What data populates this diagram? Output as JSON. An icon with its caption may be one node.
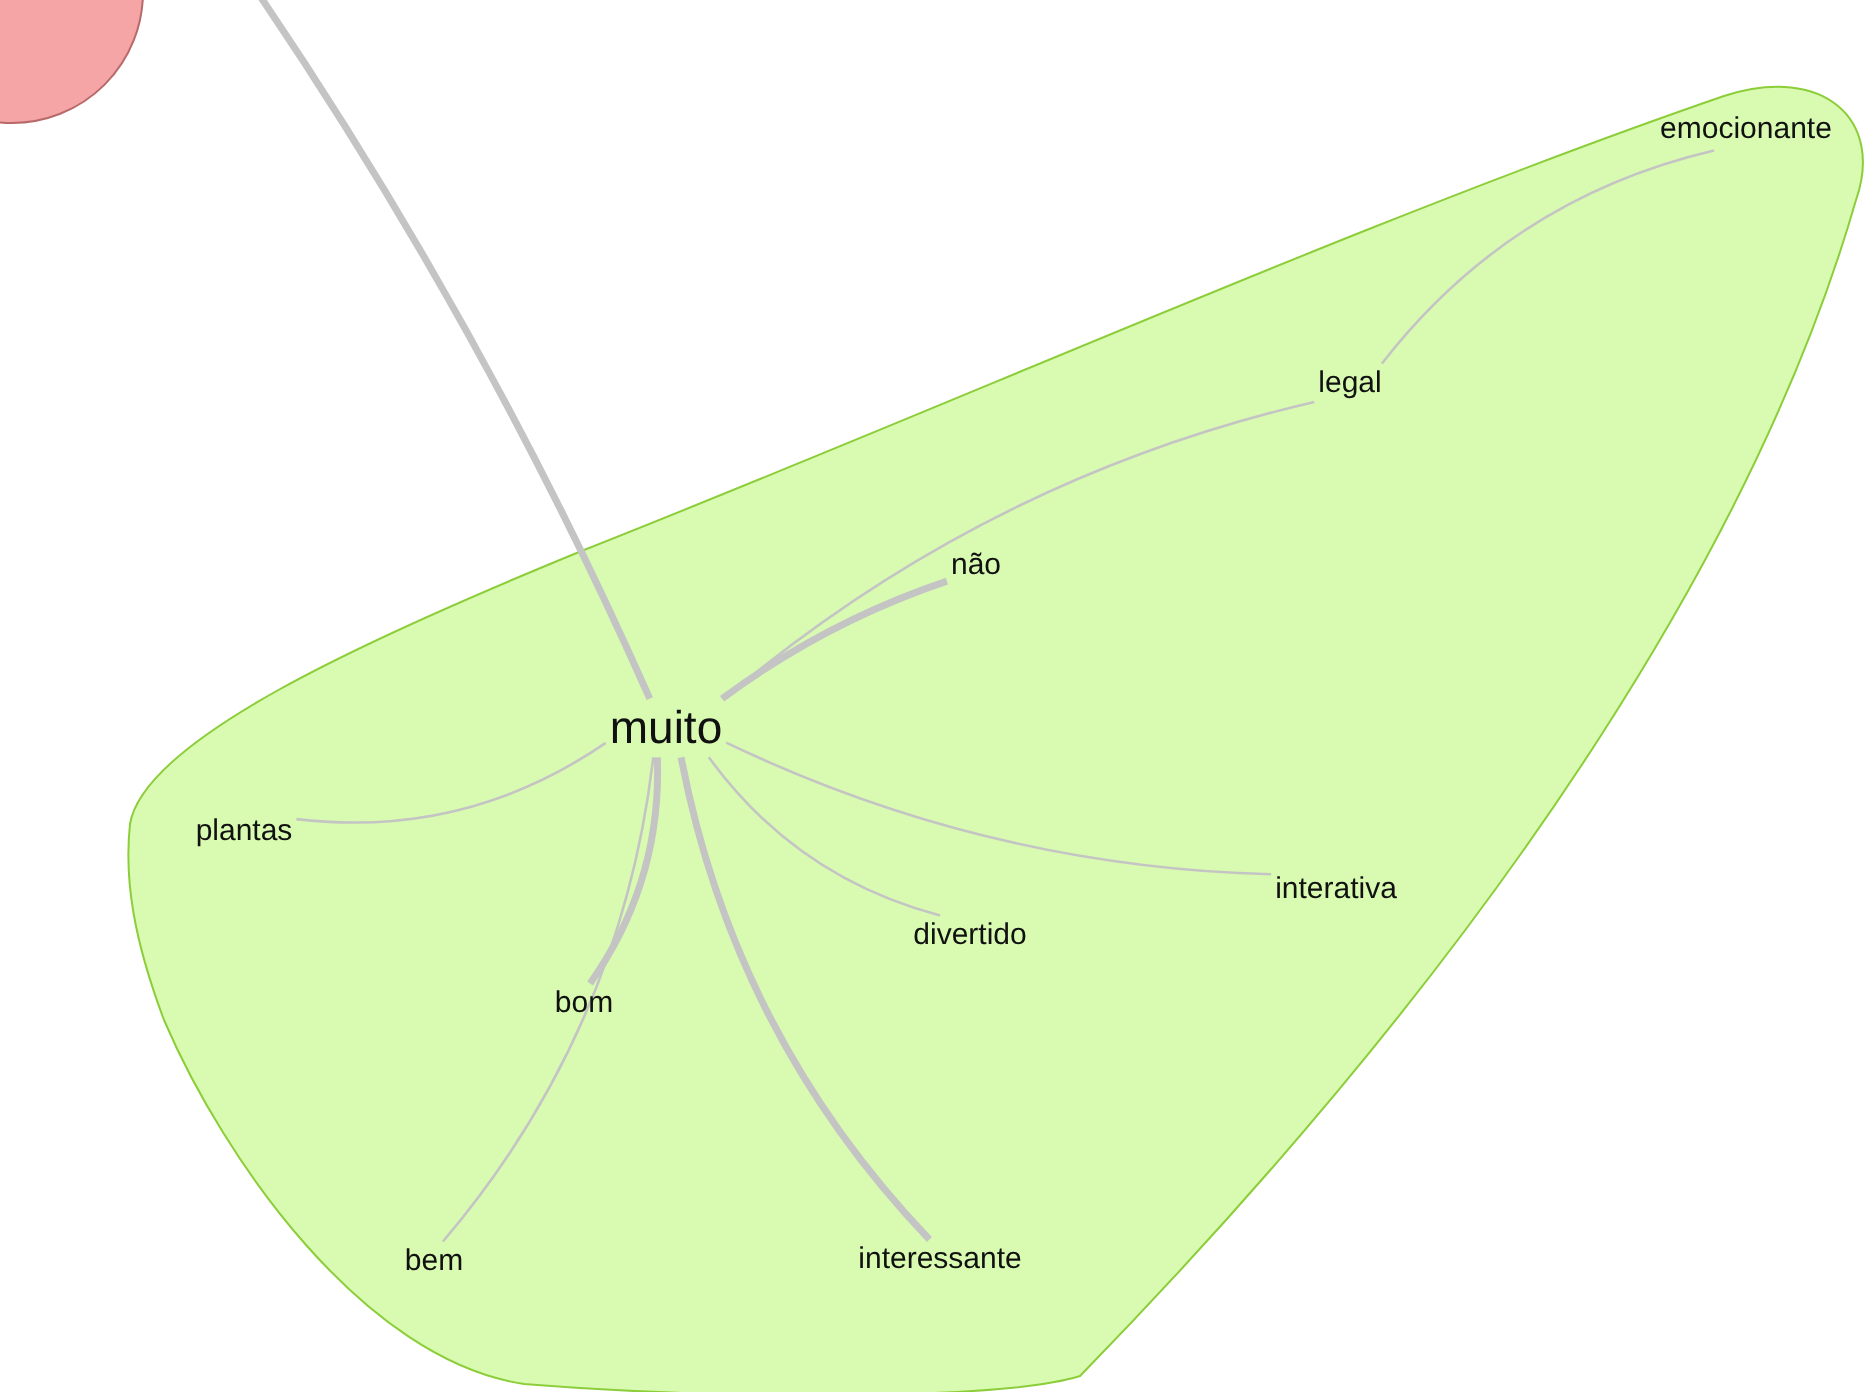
{
  "diagram": {
    "nodes": [
      {
        "text": [],
        "shape": "cloud"
      },
      {
        "text": [
          "muito"
        ],
        "in": 0
      },
      {
        "text": [
          "não"
        ],
        "in": 0
      },
      {
        "text": [
          "legal"
        ],
        "in": 0
      },
      {
        "text": [
          "emocionante"
        ],
        "in": 0
      },
      {
        "text": [
          "plantas"
        ],
        "in": 0
      },
      {
        "text": [
          "interativa"
        ],
        "in": 0
      },
      {
        "text": [
          "divertido"
        ],
        "in": 0
      },
      {
        "text": [
          "bom"
        ],
        "in": 0
      },
      {
        "text": [
          "bem"
        ],
        "in": 0
      },
      {
        "text": [
          "interessante"
        ],
        "in": 0
      },
      {
        "text": [],
        "shape": "circle"
      }
    ],
    "edges": [
      {
        "from": 1,
        "to": null,
        "arrow": "none",
        "style": "thick"
      },
      {
        "from": 1,
        "to": 2,
        "arrow": "none",
        "style": "thick"
      },
      {
        "from": 1,
        "to": 3,
        "arrow": "none"
      },
      {
        "from": 3,
        "to": 4,
        "arrow": "none"
      },
      {
        "from": 1,
        "to": 5,
        "arrow": "none"
      },
      {
        "from": 1,
        "to": 6,
        "arrow": "none"
      },
      {
        "from": 1,
        "to": 7,
        "arrow": "none"
      },
      {
        "from": 1,
        "to": 8,
        "arrow": "none",
        "style": "thick"
      },
      {
        "from": 1,
        "to": 9,
        "arrow": "none"
      },
      {
        "from": 1,
        "to": 10,
        "arrow": "none",
        "style": "thick"
      }
    ]
  }
}
